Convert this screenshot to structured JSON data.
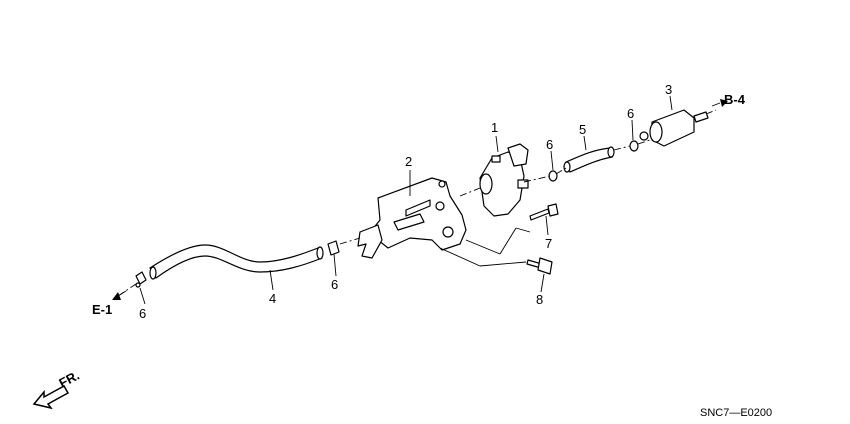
{
  "callouts": {
    "part1": "1",
    "part2": "2",
    "part3": "3",
    "part4": "4",
    "part5": "5",
    "part6_a": "6",
    "part6_b": "6",
    "part6_c": "6",
    "part6_d": "6",
    "part7": "7",
    "part8": "8"
  },
  "references": {
    "right": "B-4",
    "left": "E-1",
    "front": "FR."
  },
  "diagram_code": "SNC7—E0200"
}
